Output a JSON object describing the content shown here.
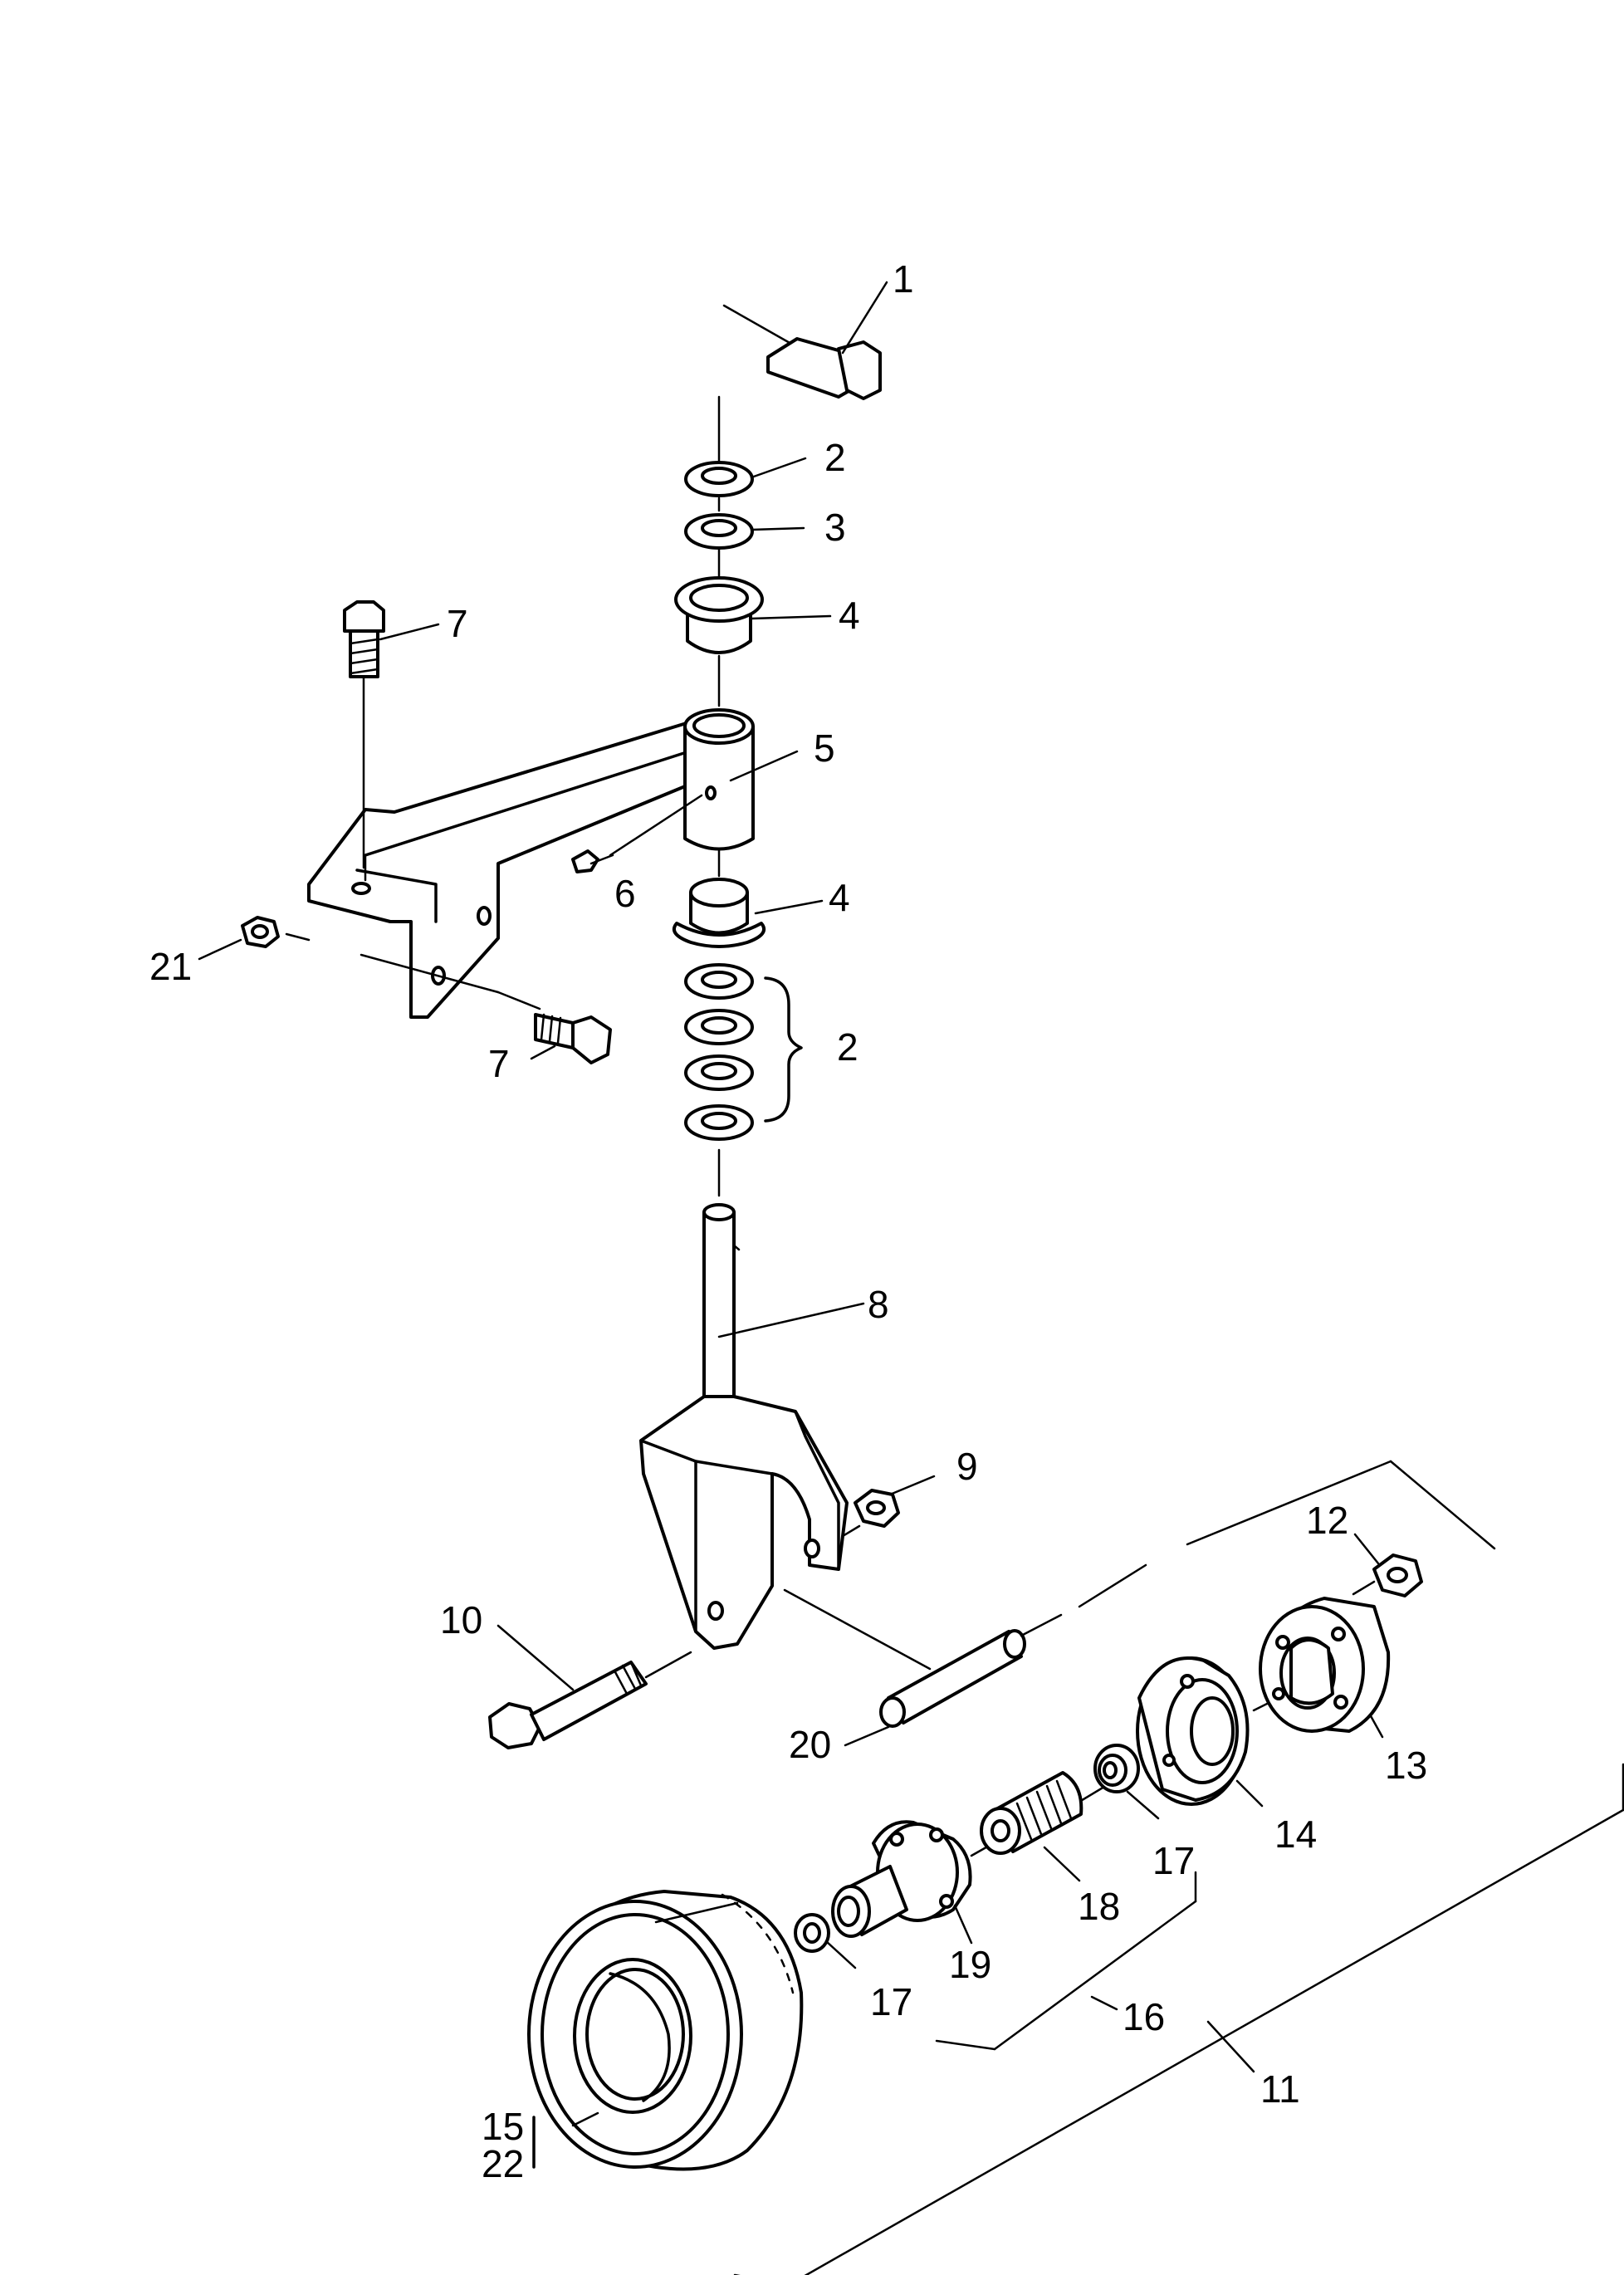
{
  "callouts": {
    "c1": "1",
    "c2_top": "2",
    "c3": "3",
    "c4_top": "4",
    "c5": "5",
    "c6": "6",
    "c4_bottom": "4",
    "c2_group": "2",
    "c7_top": "7",
    "c7_bottom": "7",
    "c21": "21",
    "c8": "8",
    "c9": "9",
    "c10": "10",
    "c12": "12",
    "c13": "13",
    "c14": "14",
    "c17_right": "17",
    "c18": "18",
    "c19": "19",
    "c20": "20",
    "c17_left": "17",
    "c16": "16",
    "c11": "11",
    "c15": "15",
    "c22": "22"
  }
}
